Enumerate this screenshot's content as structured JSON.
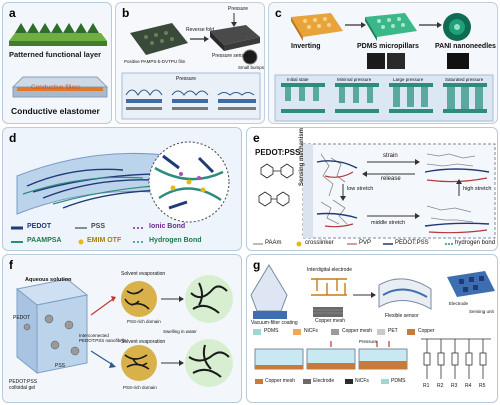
{
  "panels": {
    "a": {
      "letter": "a",
      "patterned_layer": "Patterned functional layer",
      "conductive_fillers": "Conductive fillers",
      "conductive_elastomer": "Conductive elastomer"
    },
    "b": {
      "letter": "b",
      "label_pressure_top": "Pressure",
      "label_pressure_mid": "Pressure",
      "label_positive_film": "Positive PAMPS-b-DVTPU film",
      "label_reverse": "Reverse fold",
      "label_sensor": "Pressure sensor",
      "label_bumps": "Small bumps"
    },
    "c": {
      "letter": "c",
      "label_inverting": "Inverting",
      "label_pdms": "PDMS micropillars",
      "label_pani": "PANI nanoneedles",
      "col_initial": "Initial state",
      "col_minimal": "Minimal pressure",
      "col_large": "Large pressure",
      "col_saturate": "Saturated pressure"
    },
    "d": {
      "letter": "d",
      "legend": {
        "pedot": "PEDOT",
        "pss": "PSS",
        "ionic_bond": "Ionic Bond",
        "paampsa": "PAAMPSA",
        "emim": "EMIM OTF",
        "hydrogen_bond": "Hydrogen Bond"
      }
    },
    "e": {
      "letter": "e",
      "pedotpss": "PEDOT:PSS",
      "sensing_mechanism": "Sensing mechanism",
      "strain": "strain",
      "release": "release",
      "low_stretch": "low stretch",
      "high_stretch": "high stretch",
      "middle_stretch": "middle stretch",
      "legend": {
        "paam": "PAAm",
        "crosslinker": "crosslinker",
        "pvp": "PVP",
        "pedotpss": "PEDOT:PSS",
        "hydrogen_bond": "hydrogen bond"
      }
    },
    "f": {
      "letter": "f",
      "aqueous_solution": "Aqueous solution",
      "pedot": "PEDOT",
      "pss": "PSS",
      "colloidal_gel": "PEDOT:PSS colloidal gel",
      "solvent_evaporation_1": "Solvent evaporation",
      "solvent_evaporation_2": "Solvent evaporation",
      "pss_rich_1": "PSS-rich domain",
      "pss_rich_2": "PSS-rich domain",
      "interconnected": "Interconnected PEDOT:PSS nanofibrils",
      "swelling": "Swelling in water"
    },
    "g": {
      "letter": "g",
      "vacuum_filter": "Vacuum-filter coating",
      "copper_mesh": "Copper mesh",
      "interdigital": "Interdigital electrode",
      "flexible_sensor": "Flexible sensor",
      "pressure": "Pressure",
      "legend": {
        "pdms": "PDMS",
        "nicfs": "NiCFs",
        "copper_mesh": "Copper mesh",
        "pet": "PET",
        "copper": "Copper"
      },
      "legend2": {
        "copper_mesh": "Copper mesh",
        "electrode": "Electrode",
        "nicfs": "NiCFs",
        "pdms": "PDMS"
      },
      "resistors": [
        "R1",
        "R2",
        "R3",
        "R4",
        "R5"
      ],
      "array_labels": [
        "Electrode",
        "Sensing unit"
      ]
    }
  },
  "colors": {
    "teal": "#2e8b7d",
    "orange": "#ef7d2a",
    "navy": "#1e3a78",
    "purple": "#6a2a8f",
    "green": "#1f7a4a",
    "gold": "#d4a81e",
    "panel_blue": "#e5eef8"
  }
}
